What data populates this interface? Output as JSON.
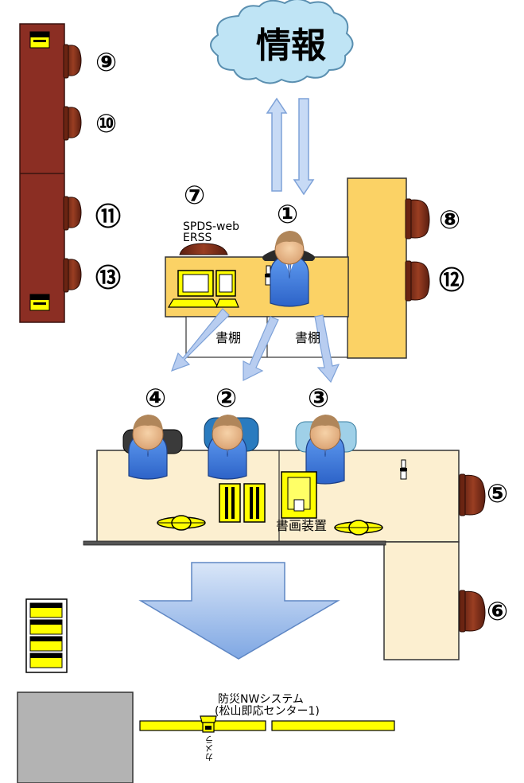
{
  "cloud_label": "情報",
  "numbers": {
    "n1": "①",
    "n2": "②",
    "n3": "③",
    "n4": "④",
    "n5": "⑤",
    "n6": "⑥",
    "n7": "⑦",
    "n8": "⑧",
    "n9": "⑨",
    "n10": "⑩",
    "n11": "⑪",
    "n12": "⑫",
    "n13": "⑬"
  },
  "spds_line1": "SPDS-web",
  "spds_line2": "ERSS",
  "bookshelf_left": "書棚",
  "bookshelf_right": "書棚",
  "projector_label": "書画装置",
  "bousai_line1": "防災NWシステム",
  "bousai_line2": "(松山即応センター1)",
  "camera_label": "カメラ",
  "colors": {
    "table_brown": "#8b2e23",
    "chair_brown": "#7a2e1a",
    "desk_orange": "#fbd265",
    "desk_cream": "#fcefd0",
    "cloud": "#bfe4f5",
    "arrow_blue": "#a9c4ee",
    "big_arrow": "#8fb4e8",
    "yellow": "#ffff00",
    "gray_block": "#b3b3b3"
  }
}
